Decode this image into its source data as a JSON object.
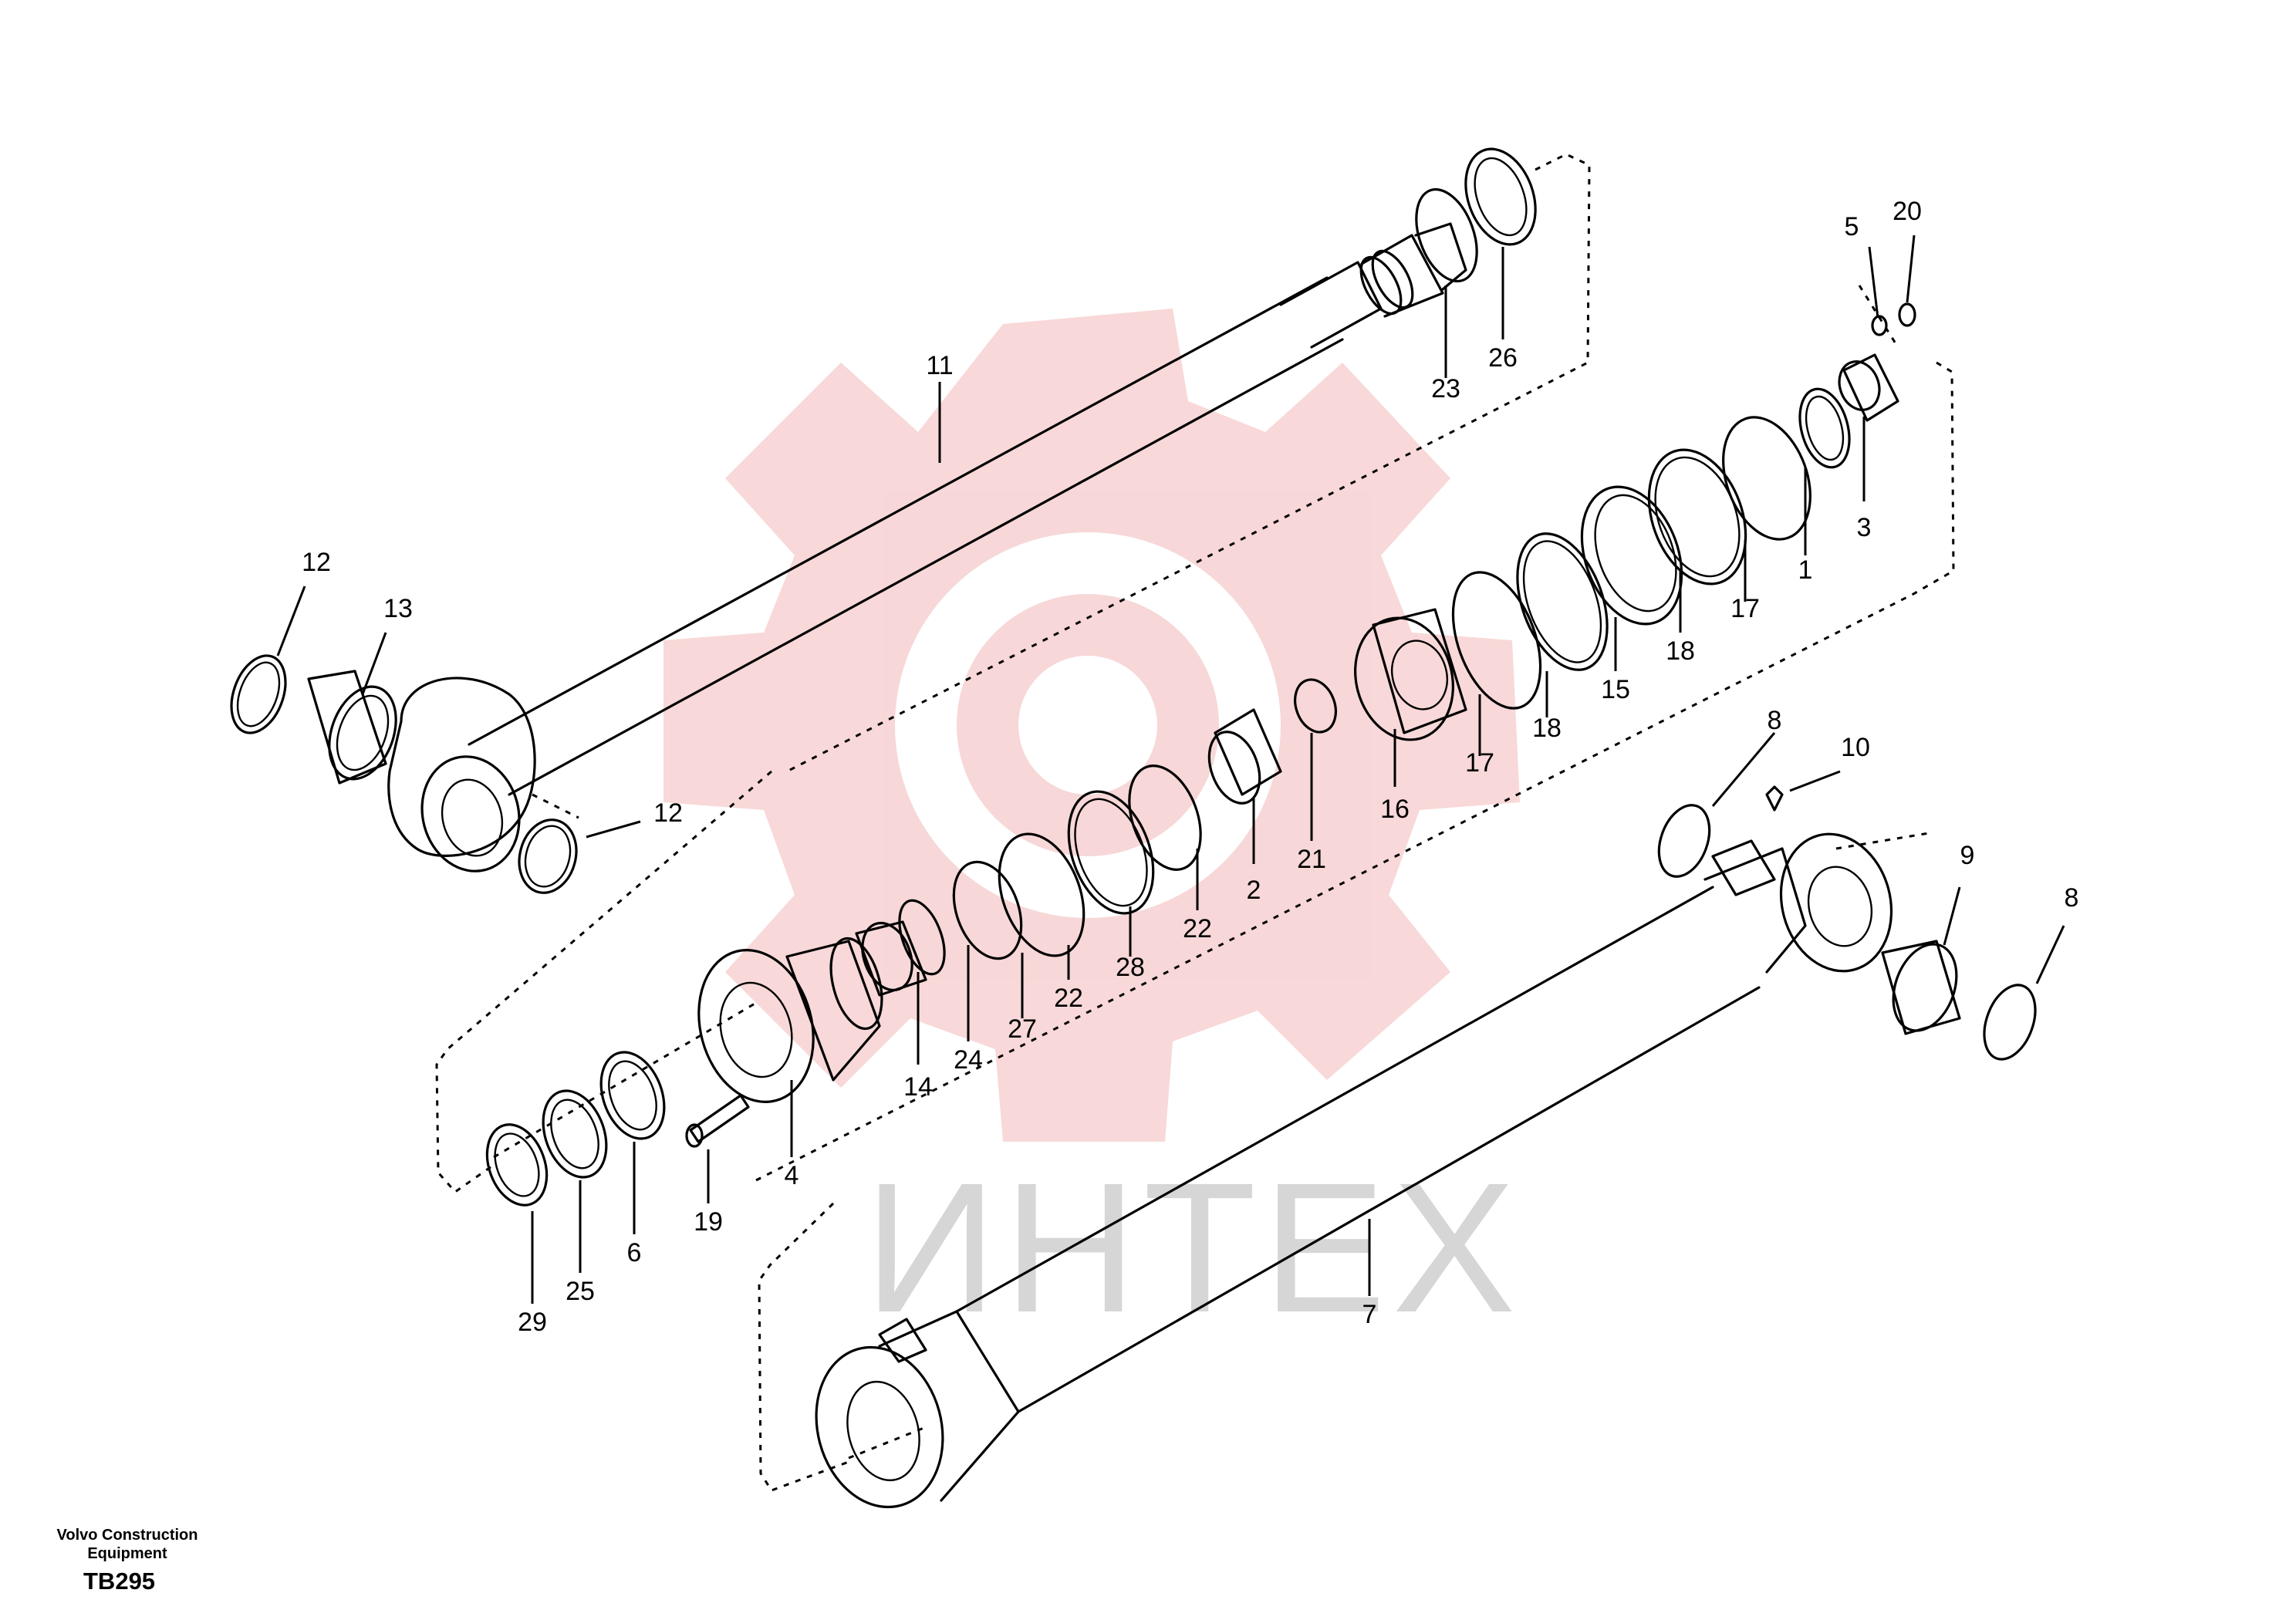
{
  "watermark": {
    "text": "ИНТЕХ",
    "color": "#f4c9c9"
  },
  "footer": {
    "company": "Volvo Construction Equipment",
    "drawing_code": "TB295"
  },
  "callouts": [
    "1",
    "2",
    "3",
    "4",
    "5",
    "6",
    "7",
    "8",
    "9",
    "10",
    "11",
    "12",
    "13",
    "14",
    "15",
    "16",
    "17",
    "18",
    "19",
    "20",
    "21",
    "22",
    "23",
    "24",
    "25",
    "26",
    "27",
    "28",
    "29"
  ]
}
